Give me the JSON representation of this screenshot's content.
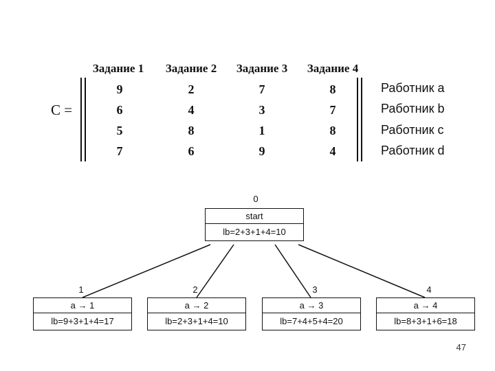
{
  "matrix": {
    "label": "C =",
    "tasks": [
      "Задание 1",
      "Задание 2",
      "Задание 3",
      "Задание 4"
    ],
    "rows": [
      [
        "9",
        "2",
        "7",
        "8"
      ],
      [
        "6",
        "4",
        "3",
        "7"
      ],
      [
        "5",
        "8",
        "1",
        "8"
      ],
      [
        "7",
        "6",
        "9",
        "4"
      ]
    ],
    "workers": [
      "Работник a",
      "Работник b",
      "Работник c",
      "Работник d"
    ]
  },
  "tree": {
    "root": {
      "id": "0",
      "label": "start",
      "lb": "lb=2+3+1+4=10"
    },
    "children": [
      {
        "id": "1",
        "assign": "a → 1",
        "lb": "lb=9+3+1+4=17"
      },
      {
        "id": "2",
        "assign": "a → 2",
        "lb": "lb=2+3+1+4=10"
      },
      {
        "id": "3",
        "assign": "a → 3",
        "lb": "lb=7+4+5+4=20"
      },
      {
        "id": "4",
        "assign": "a → 4",
        "lb": "lb=8+3+1+6=18"
      }
    ]
  },
  "page_number": "47"
}
